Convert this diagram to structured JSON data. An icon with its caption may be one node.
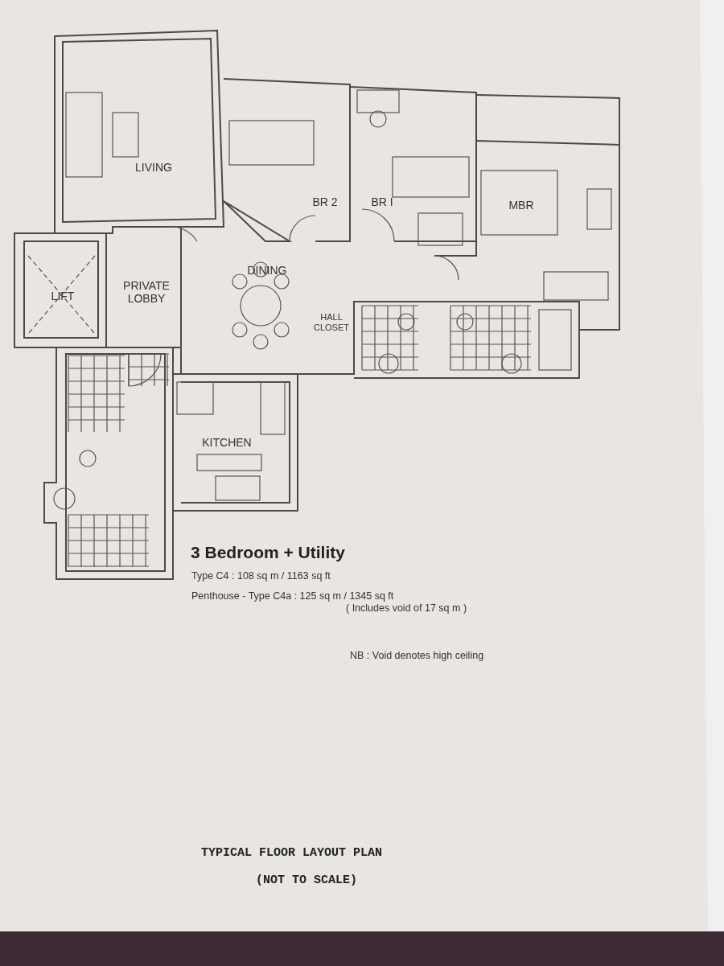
{
  "diagram": {
    "title": "3 Bedroom + Utility",
    "labels": [
      "LIVING",
      "BR 2",
      "BR I",
      "MBR",
      "DINING",
      "LIFT",
      "PRIVATE LOBBY",
      "HALL CLOSET",
      "KITCHEN",
      "Type C4 : 108 sq m / 1163 sq ft",
      "Penthouse - Type C4a : 125 sq m / 1345 sq ft",
      "( Includes void of 17 sq m )",
      "NB : Void denotes high ceiling",
      "TYPICAL FLOOR LAYOUT PLAN",
      "(NOT TO SCALE)"
    ]
  }
}
